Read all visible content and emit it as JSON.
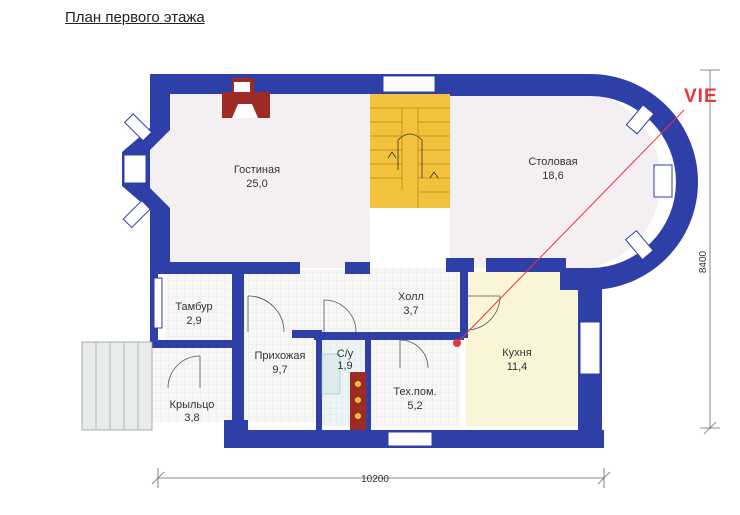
{
  "title": "План первого этажа",
  "brand": "VIE",
  "rooms": [
    {
      "id": "living",
      "name": "Гостиная",
      "area": "25,0"
    },
    {
      "id": "dining",
      "name": "Столовая",
      "area": "18,6"
    },
    {
      "id": "vestibule",
      "name": "Тамбур",
      "area": "2,9"
    },
    {
      "id": "hall",
      "name": "Холл",
      "area": "3,7"
    },
    {
      "id": "hallway",
      "name": "Прихожая",
      "area": "9,7"
    },
    {
      "id": "wc",
      "name": "С/у",
      "area": "1,9"
    },
    {
      "id": "tech",
      "name": "Тех.пом.",
      "area": "5,2"
    },
    {
      "id": "kitchen",
      "name": "Кухня",
      "area": "11,4"
    },
    {
      "id": "porch",
      "name": "Крыльцо",
      "area": "3,8"
    }
  ],
  "dimensions": {
    "width": "10200",
    "depth": "8400"
  },
  "colors": {
    "wall": "#2f3fa8",
    "window_frame": "#ffffff",
    "living_floor": "#f4eff2",
    "kitchen_floor": "#fbf5d8",
    "stairs": "#f2c23c",
    "fireplace": "#9e2a25",
    "accent": "#e8373a"
  }
}
